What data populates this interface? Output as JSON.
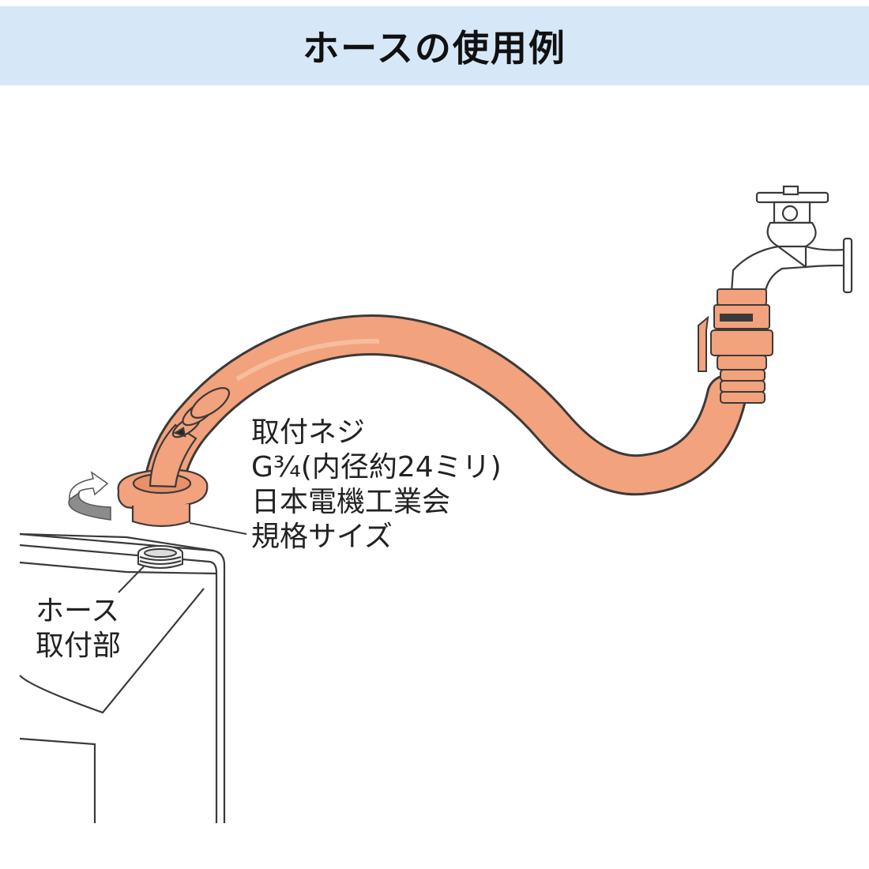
{
  "header": {
    "title": "ホースの使用例"
  },
  "labels": {
    "thread_line1": "取付ネジ",
    "thread_line2": "G¾(内径約24ミリ)",
    "thread_line3": "日本電機工業会",
    "thread_line4": "規格サイズ",
    "mount_line1": "ホース",
    "mount_line2": "取付部"
  },
  "colors": {
    "header_bg": "#d6e8f8",
    "hose": "#f2a27c",
    "outline": "#3a3a3a"
  }
}
